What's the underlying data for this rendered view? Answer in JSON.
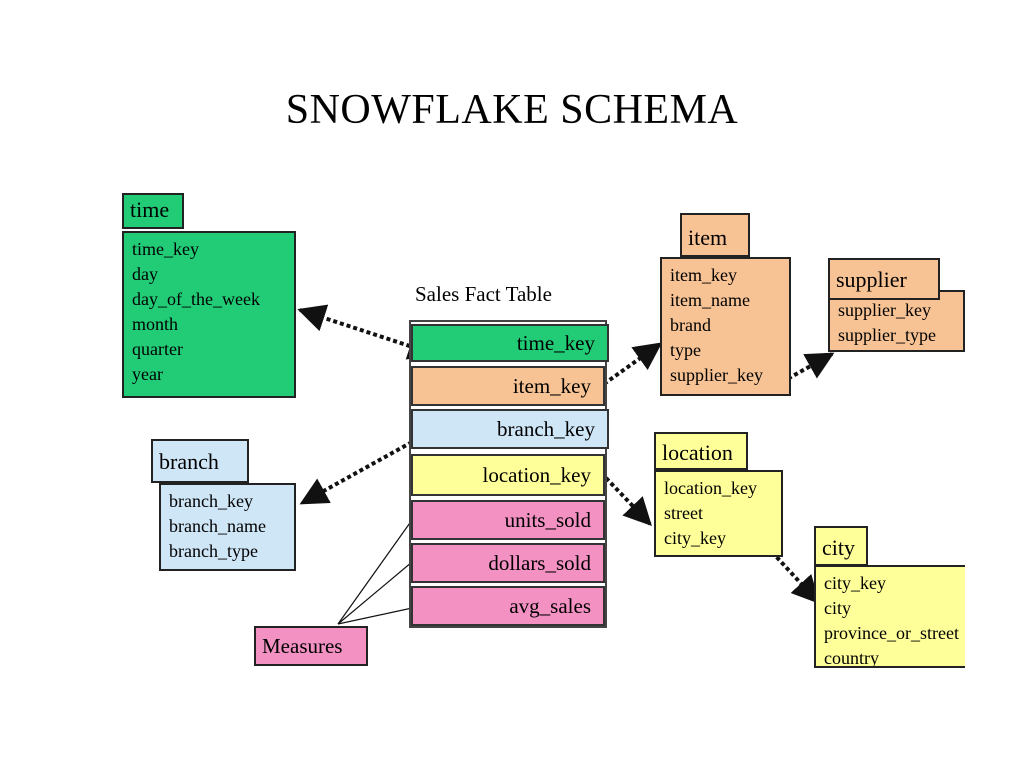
{
  "title": "SNOWFLAKE SCHEMA",
  "fact_table": {
    "caption": "Sales Fact Table",
    "fields": [
      "time_key",
      "item_key",
      "branch_key",
      "location_key",
      "units_sold",
      "dollars_sold",
      "avg_sales"
    ]
  },
  "tables": {
    "time": {
      "name": "time",
      "fields": [
        "time_key",
        "day",
        "day_of_the_week",
        "month",
        "quarter",
        "year"
      ]
    },
    "branch": {
      "name": "branch",
      "fields": [
        "branch_key",
        "branch_name",
        "branch_type"
      ]
    },
    "item": {
      "name": "item",
      "fields": [
        "item_key",
        "item_name",
        "brand",
        "type",
        "supplier_key"
      ]
    },
    "supplier": {
      "name": "supplier",
      "fields": [
        "supplier_key",
        "supplier_type"
      ]
    },
    "location": {
      "name": "location",
      "fields": [
        "location_key",
        "street",
        "city_key"
      ]
    },
    "city": {
      "name": "city",
      "fields": [
        "city_key",
        "city",
        "province_or_street",
        "country"
      ]
    }
  },
  "measures_label": "Measures",
  "colors": {
    "time": "#22cc77",
    "item": "#f7c394",
    "branch": "#cfe6f7",
    "location": "#ffff99",
    "measures": "#f291c2"
  }
}
